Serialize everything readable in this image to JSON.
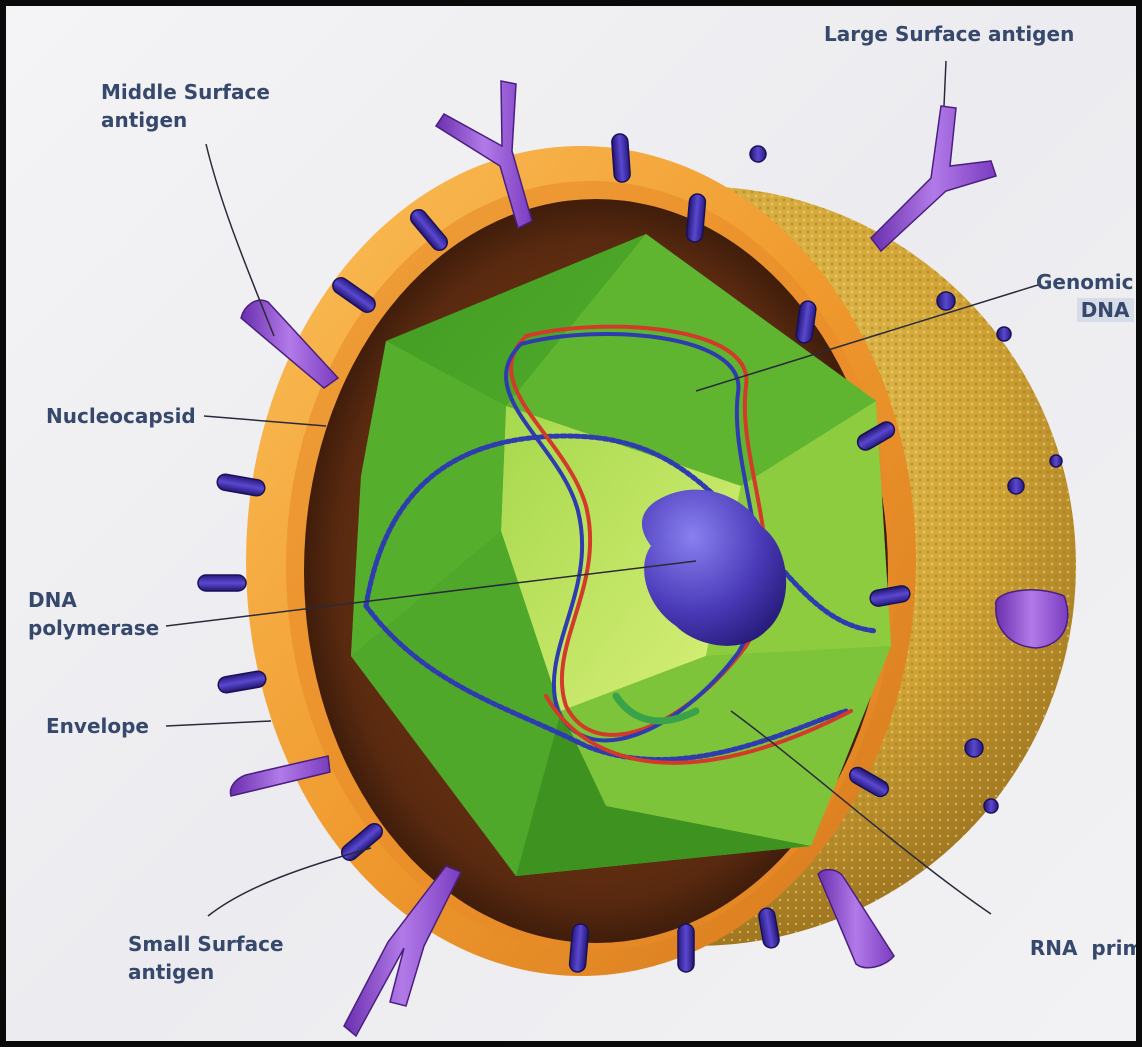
{
  "labels": {
    "large_surface_antigen": "Large Surface antigen",
    "middle_surface_antigen": [
      "Middle Surface",
      "antigen"
    ],
    "genomic_dna": [
      "Genomic",
      "DNA"
    ],
    "nucleocapsid": "Nucleocapsid",
    "dna_polymerase": [
      "DNA",
      "polymerase"
    ],
    "envelope": "Envelope",
    "small_surface_antigen": [
      "Small Surface",
      "antigen"
    ],
    "rna_primer": "RNA  primer"
  },
  "colors": {
    "label_text": "#36486c",
    "envelope_orange": "#f0a23a",
    "envelope_inner": "#5a2c12",
    "outer_surface": "#c9a235",
    "capsid_green": "#5cb82e",
    "protein_purple": "#8a4fd0",
    "spike_blue": "#3b2a9a",
    "dna_red": "#d23a2a",
    "dna_blue": "#2e3cb0",
    "polymerase": "#4a3ab8"
  }
}
